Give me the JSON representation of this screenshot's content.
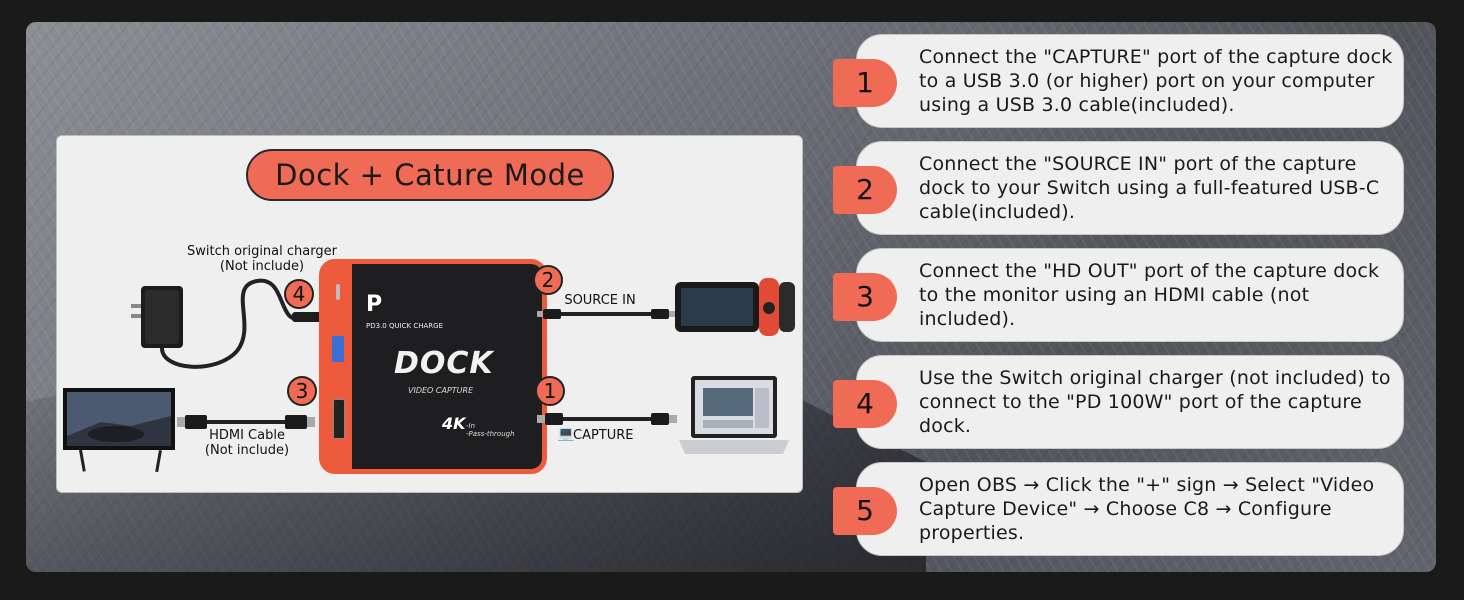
{
  "diagram": {
    "title": "Dock + Cature Mode",
    "charger_label_line1": "Switch original charger",
    "charger_label_line2": "(Not include)",
    "hdmi_label_line1": "HDMI Cable",
    "hdmi_label_line2": "(Not include)",
    "source_in_label": "SOURCE IN",
    "capture_label": "CAPTURE",
    "callouts": [
      "1",
      "2",
      "3",
      "4"
    ],
    "dock": {
      "brand_mark": "P",
      "quick_charge": "PD3.0 QUICK CHARGE",
      "name": "DOCK",
      "subtitle": "VIDEO CAPTURE",
      "badge_4k": "4K",
      "badge_in": "-In",
      "badge_pass": "-Pass-through"
    }
  },
  "steps": [
    {
      "number": "1",
      "text": "Connect the \"CAPTURE\" port of the capture dock to a USB 3.0 (or higher) port on your computer using a USB 3.0 cable(included)."
    },
    {
      "number": "2",
      "text": "Connect the \"SOURCE IN\" port of the capture dock to your Switch using a full-featured USB-C cable(included)."
    },
    {
      "number": "3",
      "text": "Connect the \"HD OUT\" port of the capture dock to the monitor using an HDMI cable (not included)."
    },
    {
      "number": "4",
      "text": "Use the Switch original charger (not included) to connect to the \"PD 100W\" port of the capture dock."
    },
    {
      "number": "5",
      "text": "Open OBS → Click the \"+\" sign → Select \"Video Capture Device\" → Choose C8 → Configure properties."
    }
  ],
  "colors": {
    "accent": "#ef6b55",
    "dock_body": "#1e1e20",
    "dock_trim": "#ee5a3c",
    "card_bg": "#efefef"
  }
}
